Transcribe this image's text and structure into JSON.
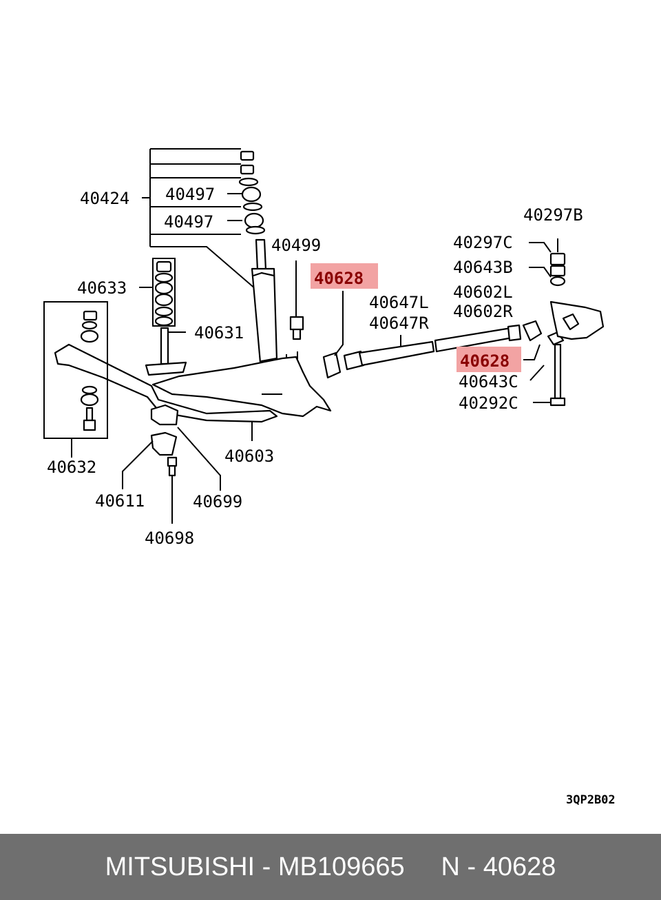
{
  "labels": {
    "l40424": "40424",
    "l40497a": "40497",
    "l40497b": "40497",
    "l40499": "40499",
    "l40633": "40633",
    "l40631": "40631",
    "l40628a": "40628",
    "l40647L": "40647L",
    "l40647R": "40647R",
    "l40297B": "40297B",
    "l40297C": "40297C",
    "l40643B": "40643B",
    "l40602L": "40602L",
    "l40602R": "40602R",
    "l40628b": "40628",
    "l40643C": "40643C",
    "l40292C": "40292C",
    "l40632": "40632",
    "l40603": "40603",
    "l40611": "40611",
    "l40699": "40699",
    "l40698": "40698"
  },
  "diagram_code": "3QP2B02",
  "highlight_color": "#f2a3a3",
  "footer": {
    "brand": "MITSUBISHI",
    "sep1": " - ",
    "part_number": "MB109665",
    "gap": "     ",
    "ref_prefix": "N",
    "sep2": " - ",
    "ref_number": "40628"
  }
}
